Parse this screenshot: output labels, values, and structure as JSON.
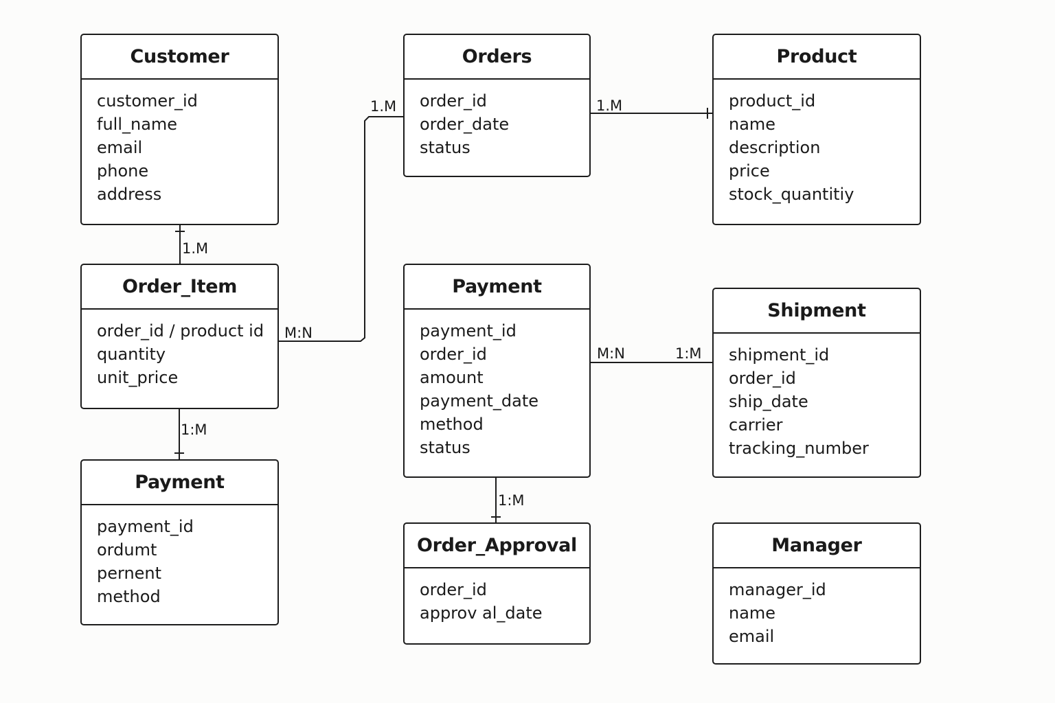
{
  "entities": {
    "customer": {
      "title": "Customer",
      "attributes": [
        "customer_id",
        "full_name",
        "email",
        "phone",
        "address"
      ]
    },
    "orders": {
      "title": "Orders",
      "attributes": [
        "order_id",
        "order_date",
        "status"
      ]
    },
    "product": {
      "title": "Product",
      "attributes": [
        "product_id",
        "name",
        "description",
        "price",
        "stock_quantitiy"
      ]
    },
    "order_item": {
      "title": "Order_Item",
      "attributes": [
        "order_id / product id",
        "quantity",
        "unit_price"
      ]
    },
    "payment_center": {
      "title": "Payment",
      "attributes": [
        "payment_id",
        "order_id",
        "amount",
        "payment_date",
        "method",
        "status"
      ]
    },
    "shipment": {
      "title": "Shipment",
      "attributes": [
        "shipment_id",
        "order_id",
        "ship_date",
        "carrier",
        "tracking_number"
      ]
    },
    "payment_left": {
      "title": "Payment",
      "attributes": [
        "payment_id",
        "ordumt",
        "pernent",
        "method"
      ]
    },
    "order_approval": {
      "title": "Order_Approval",
      "attributes": [
        "order_id",
        "approv al_date"
      ]
    },
    "manager": {
      "title": "Manager",
      "attributes": [
        "manager_id",
        "name",
        "email"
      ]
    }
  },
  "relationships": {
    "orders_order_item": {
      "from": "Orders",
      "to": "Order_Item",
      "label_orders_end": "1.M",
      "label_item_end": "M:N"
    },
    "orders_product": {
      "from": "Orders",
      "to": "Product",
      "label": "1.M"
    },
    "customer_order_item": {
      "from": "Customer",
      "to": "Order_Item",
      "label": "1.M"
    },
    "order_item_payment": {
      "from": "Order_Item",
      "to": "Payment",
      "label": "1:M"
    },
    "payment_shipment": {
      "from": "Payment",
      "to": "Shipment",
      "label_payment_end": "M:N",
      "label_shipment_end": "1:M"
    },
    "payment_order_approval": {
      "from": "Payment",
      "to": "Order_Approval",
      "label": "1:M"
    }
  },
  "colors": {
    "line": "#1c1c1c",
    "background": "#fcfcfb",
    "box_fill": "#ffffff"
  }
}
